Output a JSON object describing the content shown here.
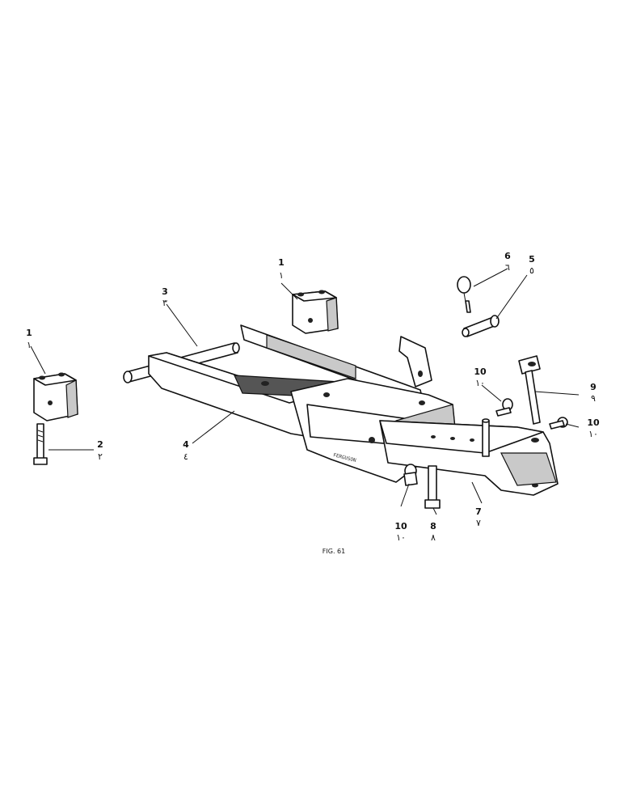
{
  "figure_caption": "FIG. 61",
  "stamp_text": "FERGUSON",
  "callouts": [
    {
      "id": "c1a",
      "number": "1",
      "arabic": "١"
    },
    {
      "id": "c1b",
      "number": "1",
      "arabic": "١"
    },
    {
      "id": "c2",
      "number": "2",
      "arabic": "٢"
    },
    {
      "id": "c3",
      "number": "3",
      "arabic": "٣"
    },
    {
      "id": "c4",
      "number": "4",
      "arabic": "٤"
    },
    {
      "id": "c5",
      "number": "5",
      "arabic": "٥"
    },
    {
      "id": "c6",
      "number": "6",
      "arabic": "٦"
    },
    {
      "id": "c7",
      "number": "7",
      "arabic": "٧"
    },
    {
      "id": "c8",
      "number": "8",
      "arabic": "٨"
    },
    {
      "id": "c9",
      "number": "9",
      "arabic": "٩"
    },
    {
      "id": "c10a",
      "number": "10",
      "arabic": "١٠"
    },
    {
      "id": "c10b",
      "number": "10",
      "arabic": "١٠"
    },
    {
      "id": "c10c",
      "number": "10",
      "arabic": "١٠"
    }
  ]
}
